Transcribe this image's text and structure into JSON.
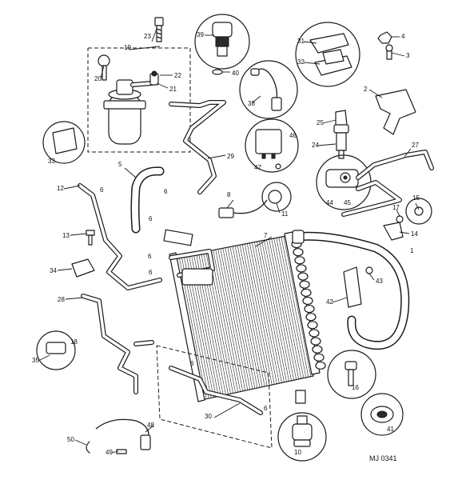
{
  "diagram": {
    "reference_code": "MJ 0341",
    "callouts": {
      "c1": "1",
      "c2": "2",
      "c3": "3",
      "c4": "4",
      "c5": "5",
      "c6a": "6",
      "c6b": "6",
      "c6c": "6",
      "c6d": "6",
      "c6e": "6",
      "c6f": "6",
      "c6g": "6",
      "c7": "7",
      "c8": "8",
      "c10": "10",
      "c11": "11",
      "c12": "12",
      "c13": "13",
      "c14": "14",
      "c15": "15",
      "c16": "16",
      "c17": "17",
      "c18": "18",
      "c19": "19",
      "c20": "20",
      "c21": "21",
      "c22": "22",
      "c23": "23",
      "c24": "24",
      "c25": "25",
      "c27": "27",
      "c28": "28",
      "c29": "29",
      "c30": "30",
      "c31": "31",
      "c32": "32",
      "c33": "33",
      "c34": "34",
      "c35": "35",
      "c38": "38",
      "c39": "39",
      "c40": "40",
      "c41": "41",
      "c42": "42",
      "c43": "43",
      "c44": "44",
      "c45": "45",
      "c46": "46",
      "c47": "47",
      "c48": "48",
      "c49": "49",
      "c50": "50"
    }
  }
}
